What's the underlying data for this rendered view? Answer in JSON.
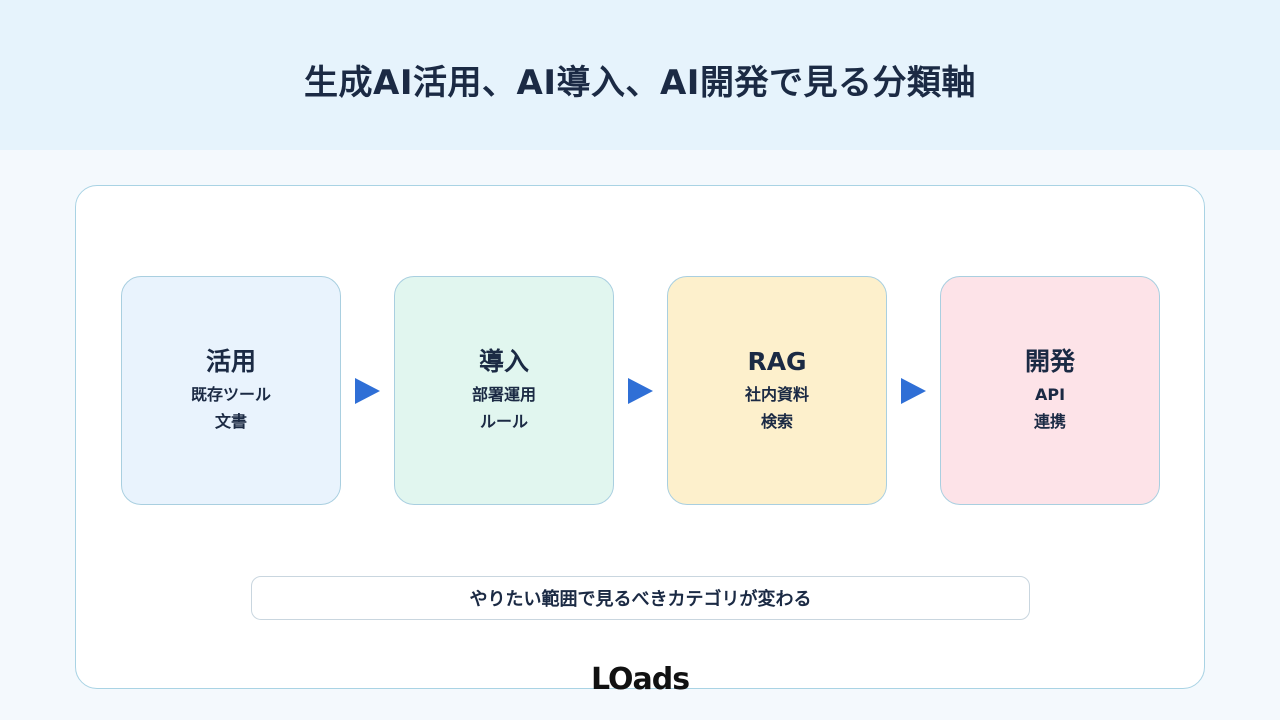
{
  "header": {
    "title": "生成AI活用、AI導入、AI開発で見る分類軸"
  },
  "flow": {
    "cards": [
      {
        "title": "活用",
        "lines": [
          "既存ツール",
          "文書"
        ],
        "color": "#e9f3fd"
      },
      {
        "title": "導入",
        "lines": [
          "部署運用",
          "ルール"
        ],
        "color": "#e1f6ef"
      },
      {
        "title": "RAG",
        "lines": [
          "社内資料",
          "検索"
        ],
        "color": "#fdf0cc"
      },
      {
        "title": "開発",
        "lines": [
          "API",
          "連携"
        ],
        "color": "#fde3e8"
      }
    ],
    "arrow_color": "#2f6fd6"
  },
  "note": {
    "text": "やりたい範囲で見るべきカテゴリが変わる"
  },
  "logo": {
    "text": "LOads"
  }
}
